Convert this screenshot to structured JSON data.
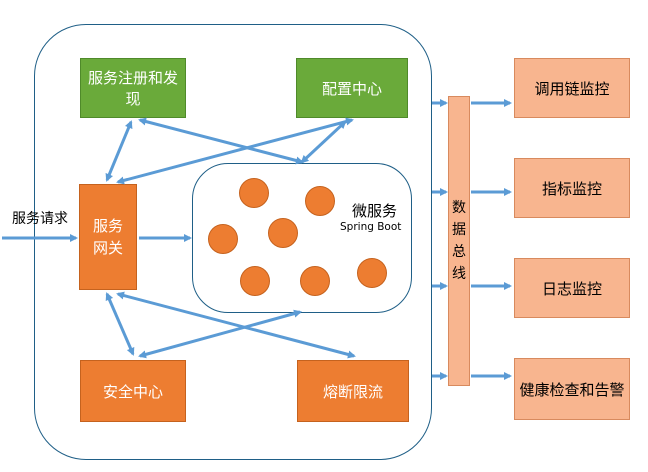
{
  "request_label": "服务请求",
  "nodes": {
    "registry": "服务注册和发现",
    "config": "配置中心",
    "gateway_line1": "服务",
    "gateway_line2": "网关",
    "security": "安全中心",
    "circuit": "熔断限流"
  },
  "microservice": {
    "title": "微服务",
    "subtitle": "Spring Boot"
  },
  "bus": [
    "数",
    "据",
    "总",
    "线"
  ],
  "monitors": [
    "调用链监控",
    "指标监控",
    "日志监控",
    "健康检查和告警"
  ],
  "colors": {
    "green": "#6aaa3a",
    "orange": "#ed7d31",
    "salmon": "#f8b58f",
    "arrow": "#5b9bd5",
    "border": "#1f5f87"
  }
}
